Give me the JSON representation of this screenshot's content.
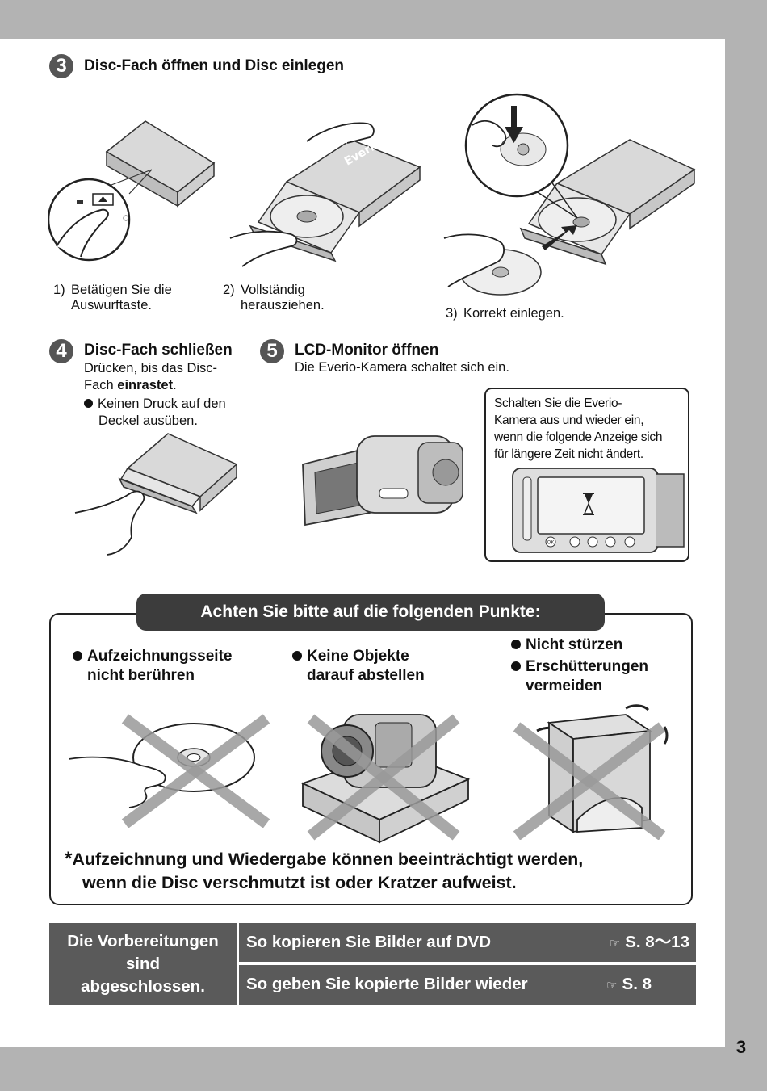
{
  "page": {
    "number": "3"
  },
  "step3": {
    "badge": "3",
    "title": "Disc-Fach öffnen und Disc einlegen",
    "captions": [
      {
        "num": "1)",
        "line1": "Betätigen Sie die",
        "line2": "Auswurftaste."
      },
      {
        "num": "2)",
        "line1": "Vollständig",
        "line2": "herausziehen."
      },
      {
        "num": "3)",
        "line1": "Korrekt einlegen.",
        "line2": ""
      }
    ],
    "brand_mark": "Everio"
  },
  "step4": {
    "badge": "4",
    "title": "Disc-Fach schließen",
    "text_line1": "Drücken, bis das Disc-",
    "text_line2a": "Fach ",
    "text_line2b": "einrastet",
    "text_line2c": ".",
    "bullet_line1": "Keinen Druck auf den",
    "bullet_line2": "Deckel ausüben."
  },
  "step5": {
    "badge": "5",
    "title": "LCD-Monitor öffnen",
    "subtitle": "Die Everio-Kamera schaltet sich ein.",
    "note_lines": [
      "Schalten Sie die Everio-",
      "Kamera aus und wieder ein,",
      "wenn die folgende Anzeige sich",
      "für längere Zeit nicht ändert."
    ],
    "screen_button_label": "OK"
  },
  "warnings": {
    "banner": "Achten Sie bitte auf die folgenden Punkte:",
    "items": [
      {
        "line1": "Aufzeichnungsseite",
        "line2": "nicht berühren"
      },
      {
        "line1": "Keine Objekte",
        "line2": "darauf abstellen"
      },
      {
        "line1": "Nicht stürzen",
        "line2": ""
      },
      {
        "line1": "Erschütterungen",
        "line2": "vermeiden"
      }
    ],
    "footnote_line1": "Aufzeichnung und Wiedergabe können beeinträchtigt werden,",
    "footnote_line2": "wenn die Disc verschmutzt ist oder Kratzer aufweist.",
    "footnote_mark": "*"
  },
  "navigation": {
    "done_line1": "Die Vorbereitungen",
    "done_line2": "sind",
    "done_line3": "abgeschlossen.",
    "rows": [
      {
        "label": "So kopieren Sie Bilder auf DVD",
        "ref": "S. 8～13"
      },
      {
        "label": "So geben Sie kopierte Bilder wieder",
        "ref": "S. 8"
      }
    ],
    "ref_icon": "pointing-hand-icon"
  },
  "colors": {
    "band": "#b3b3b3",
    "dark_panel": "#5a5a5a",
    "banner": "#3c3c3c",
    "cross": "#9a9a9a"
  }
}
